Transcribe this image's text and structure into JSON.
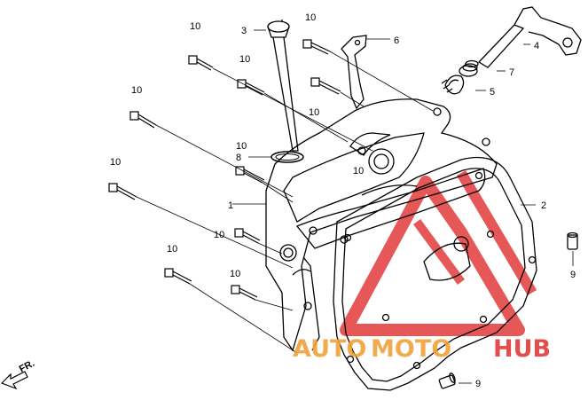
{
  "callouts": [
    {
      "id": "c1",
      "text": "1"
    },
    {
      "id": "c2",
      "text": "2"
    },
    {
      "id": "c3",
      "text": "3"
    },
    {
      "id": "c4",
      "text": "4"
    },
    {
      "id": "c5",
      "text": "5"
    },
    {
      "id": "c6",
      "text": "6"
    },
    {
      "id": "c7",
      "text": "7"
    },
    {
      "id": "c8",
      "text": "8"
    },
    {
      "id": "c9a",
      "text": "9"
    },
    {
      "id": "c9b",
      "text": "9"
    },
    {
      "id": "c10a",
      "text": "10"
    },
    {
      "id": "c10b",
      "text": "10"
    },
    {
      "id": "c10c",
      "text": "10"
    },
    {
      "id": "c10d",
      "text": "10"
    },
    {
      "id": "c10e",
      "text": "10"
    },
    {
      "id": "c10f",
      "text": "10"
    },
    {
      "id": "c10g",
      "text": "10"
    },
    {
      "id": "c10h",
      "text": "10"
    },
    {
      "id": "c10i",
      "text": "10"
    },
    {
      "id": "c10j",
      "text": "10"
    },
    {
      "id": "c10k",
      "text": "10"
    }
  ],
  "direction_label": "FR.",
  "watermark": {
    "part1": "AUTO",
    "part2": "MOTO",
    "part3": "HUB",
    "colors": {
      "orange": "#f0a23a",
      "red": "#e23a3a",
      "logo": "#e23a3a"
    }
  },
  "colors": {
    "line": "#000000",
    "background": "#ffffff"
  }
}
